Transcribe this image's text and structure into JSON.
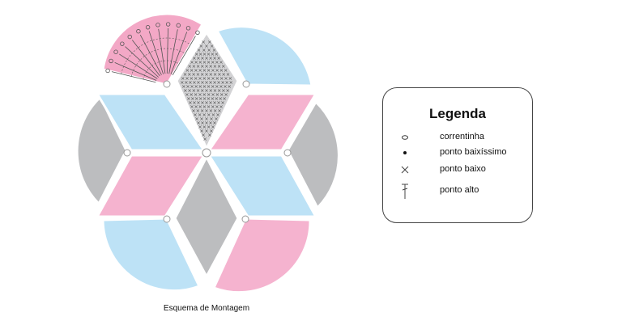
{
  "caption": "Esquema de Montagem",
  "legend": {
    "title": "Legenda",
    "items": [
      {
        "symbol": "chain-oval-icon",
        "label": "correntinha"
      },
      {
        "symbol": "slip-stitch-dot-icon",
        "label": "ponto baixíssimo"
      },
      {
        "symbol": "single-crochet-x-icon",
        "label": "ponto baixo"
      },
      {
        "symbol": "double-crochet-t-icon",
        "label": "ponto alto"
      }
    ]
  },
  "colors": {
    "pink": "#f5b3cf",
    "blue": "#bde2f6",
    "gray": "#bcbdbf",
    "chart_pink": "#f3a8c6",
    "chart_gray": "#d3d3d5",
    "stitch": "#555555"
  }
}
